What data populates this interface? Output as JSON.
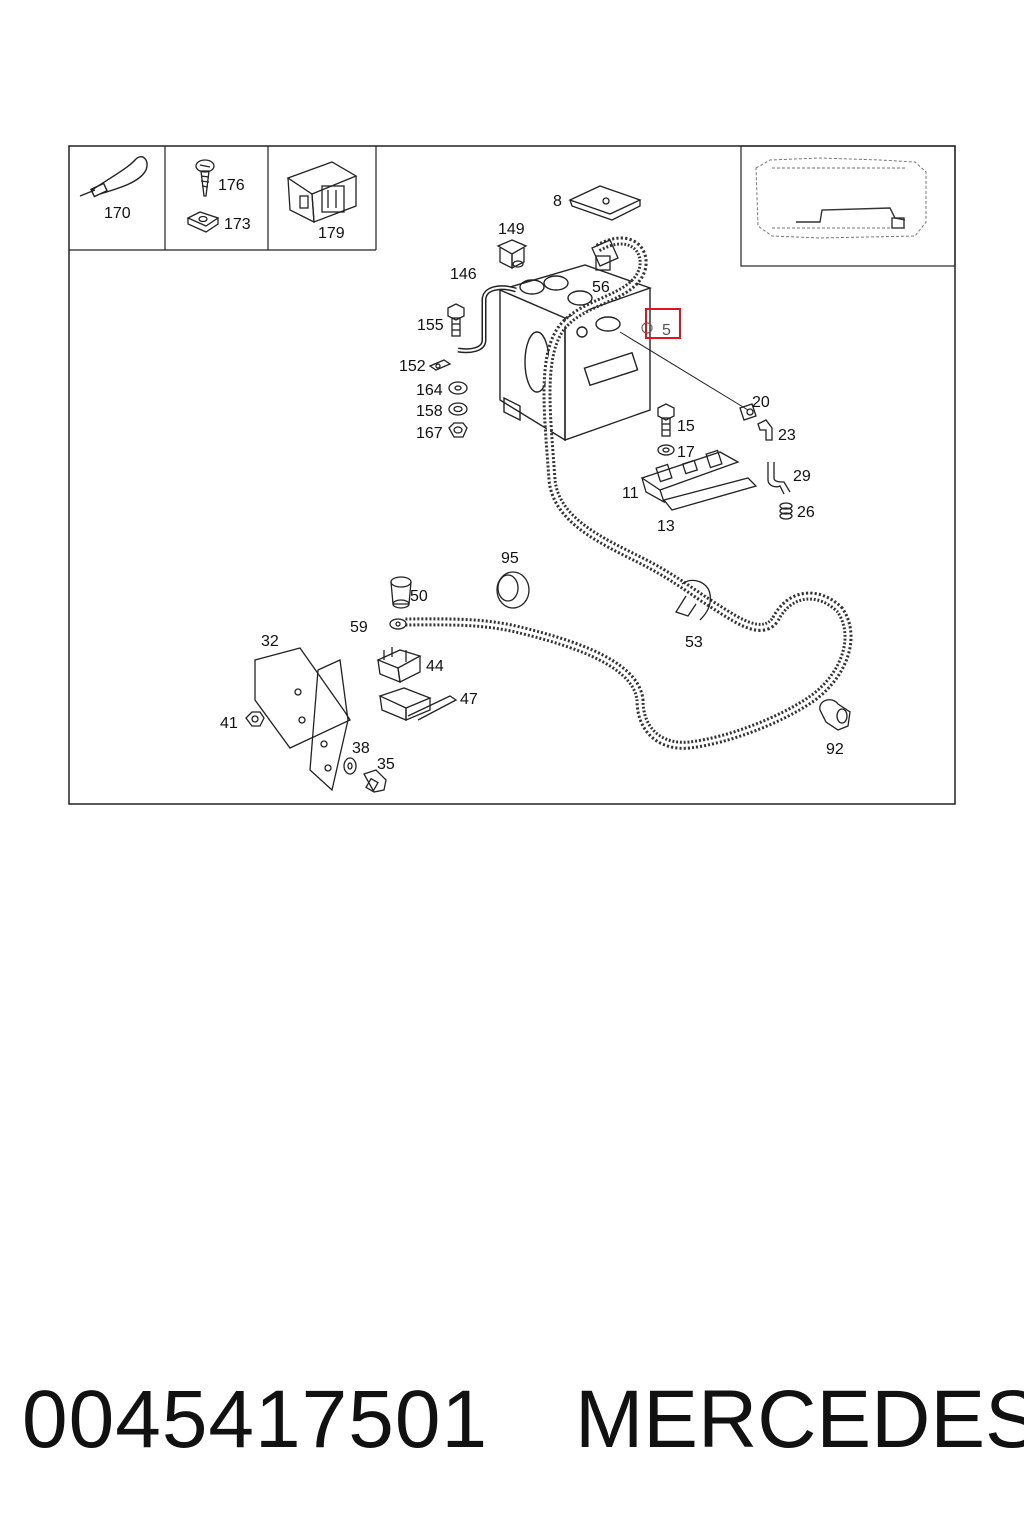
{
  "callouts": {
    "c170": "170",
    "c176": "176",
    "c173": "173",
    "c179": "179",
    "c8": "8",
    "c149": "149",
    "c146": "146",
    "c56": "56",
    "c155": "155",
    "c5": "5",
    "c152": "152",
    "c164": "164",
    "c158": "158",
    "c167": "167",
    "c20": "20",
    "c23": "23",
    "c15": "15",
    "c17": "17",
    "c29": "29",
    "c11": "11",
    "c26": "26",
    "c13": "13",
    "c95": "95",
    "c50": "50",
    "c59": "59",
    "c53": "53",
    "c32": "32",
    "c44": "44",
    "c47": "47",
    "c41": "41",
    "c38": "38",
    "c35": "35",
    "c92": "92"
  },
  "highlight": {
    "part": "5",
    "color": "#e0141e"
  },
  "footer": {
    "part_number": "0045417501",
    "brand": "MERCEDES"
  }
}
